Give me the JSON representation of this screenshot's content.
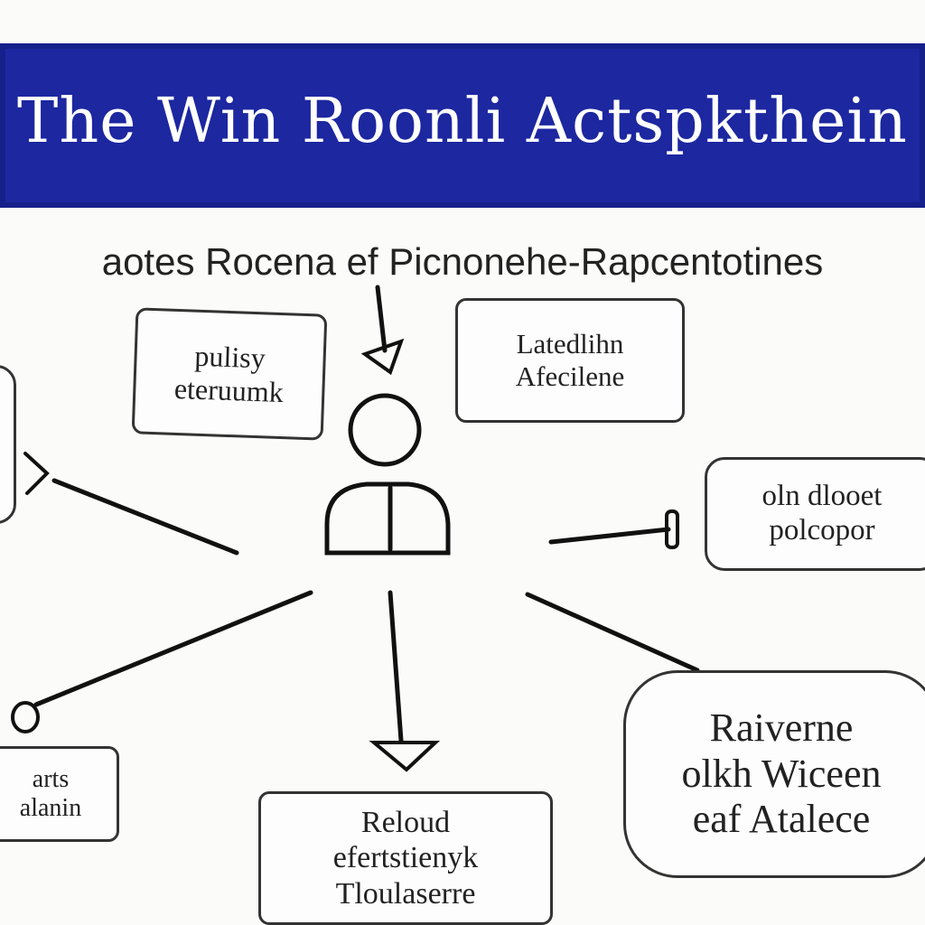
{
  "header": {
    "title": "The Win Roonli Actspkthein"
  },
  "subtitle": "aotes Rocena ef Picnonehe-Rapcentotines",
  "nodes": {
    "top_left": [
      "pulisy",
      "eteruumk"
    ],
    "top_right": [
      "Latedlihn",
      "Afecilene"
    ],
    "right": [
      "oln dlooet",
      "polcopor"
    ],
    "bottom_left": [
      "arts",
      "alanin"
    ],
    "bottom_center": [
      "Reloud",
      "efertstienyk",
      "Tloulaserre"
    ],
    "bottom_right": [
      "Raiverne",
      "olkh Wiceen",
      "eaf Atalece"
    ]
  },
  "colors": {
    "banner": "#1c27a0",
    "ink": "#1b1b1b"
  }
}
